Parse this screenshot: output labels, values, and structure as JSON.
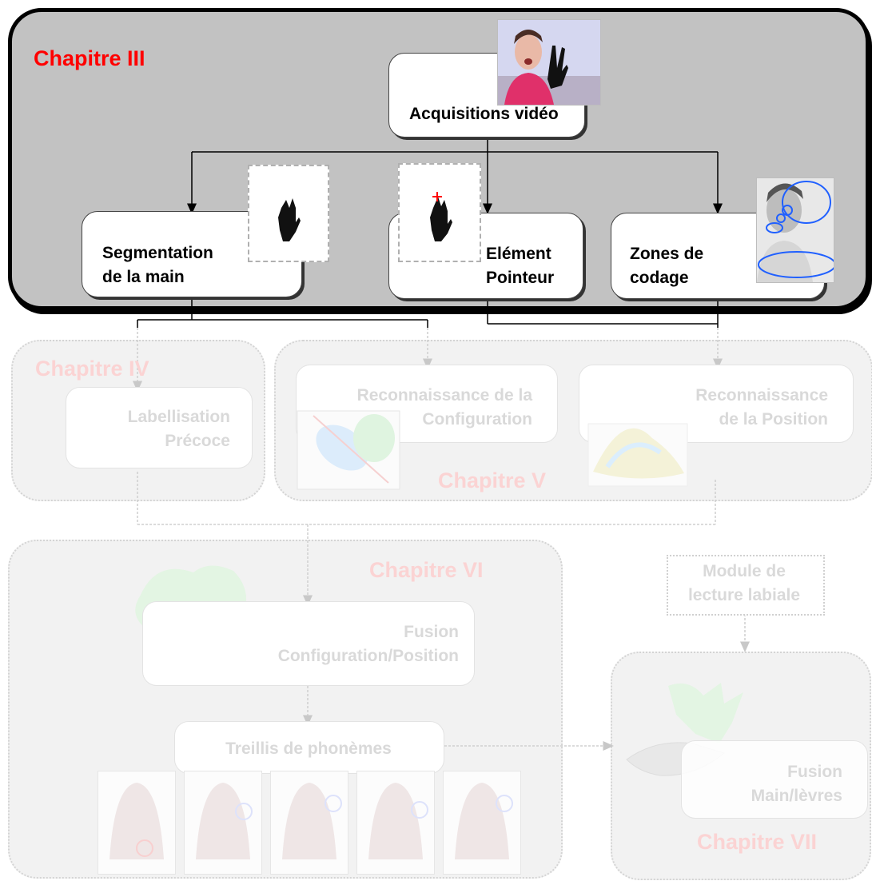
{
  "chapters": {
    "iii": "Chapitre III",
    "iv": "Chapitre IV",
    "v": "Chapitre V",
    "vi": "Chapitre VI",
    "vii": "Chapitre VII"
  },
  "boxes": {
    "acquisition": "Acquisitions vidéo",
    "segmentation": [
      "Segmentation",
      "de la main"
    ],
    "pointer": [
      "Elément",
      "Pointeur"
    ],
    "zones": [
      "Zones de",
      "codage"
    ],
    "labelling": [
      "Labellisation",
      "Précoce"
    ],
    "config_recog": [
      "Reconnaissance de la",
      "Configuration"
    ],
    "position_recog": [
      "Reconnaissance",
      "de la Position"
    ],
    "fusion_config": [
      "Fusion",
      "Configuration/Position"
    ],
    "lattice": "Treillis de phonèmes",
    "lipreading": [
      "Module de",
      "lecture labiale"
    ],
    "fusion_hand_lips": [
      "Fusion",
      "Main/lèvres"
    ]
  },
  "colors": {
    "chapter_active": "#ff0000",
    "chapter_faded": "#fbd3d3",
    "panel_active": "#c2c2c2",
    "panel_faded": "#f2f2f2"
  }
}
